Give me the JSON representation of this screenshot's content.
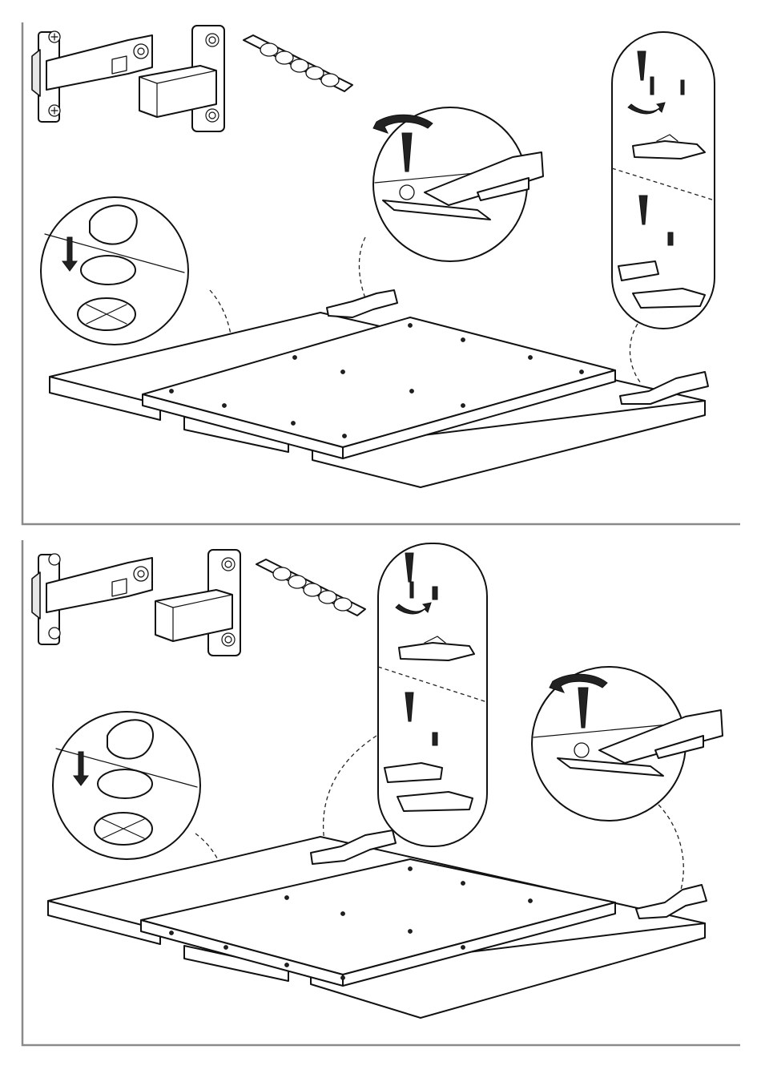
{
  "document": {
    "kind": "assembly-instruction-page",
    "steps": [
      {
        "id": "step-top",
        "hinge_detail_position": "top-center",
        "adjust_detail_position": "right",
        "parts": [
          "concealed-hinge",
          "mounting-plate",
          "bumper-pad-strip"
        ]
      },
      {
        "id": "step-bottom",
        "hinge_detail_position": "right",
        "adjust_detail_position": "top-center",
        "parts": [
          "concealed-hinge",
          "mounting-plate",
          "bumper-pad-strip"
        ]
      }
    ],
    "colors": {
      "line": "#111111",
      "frame": "#8a8a8a",
      "paper": "#ffffff",
      "fill_light": "#e6e6e6"
    }
  }
}
